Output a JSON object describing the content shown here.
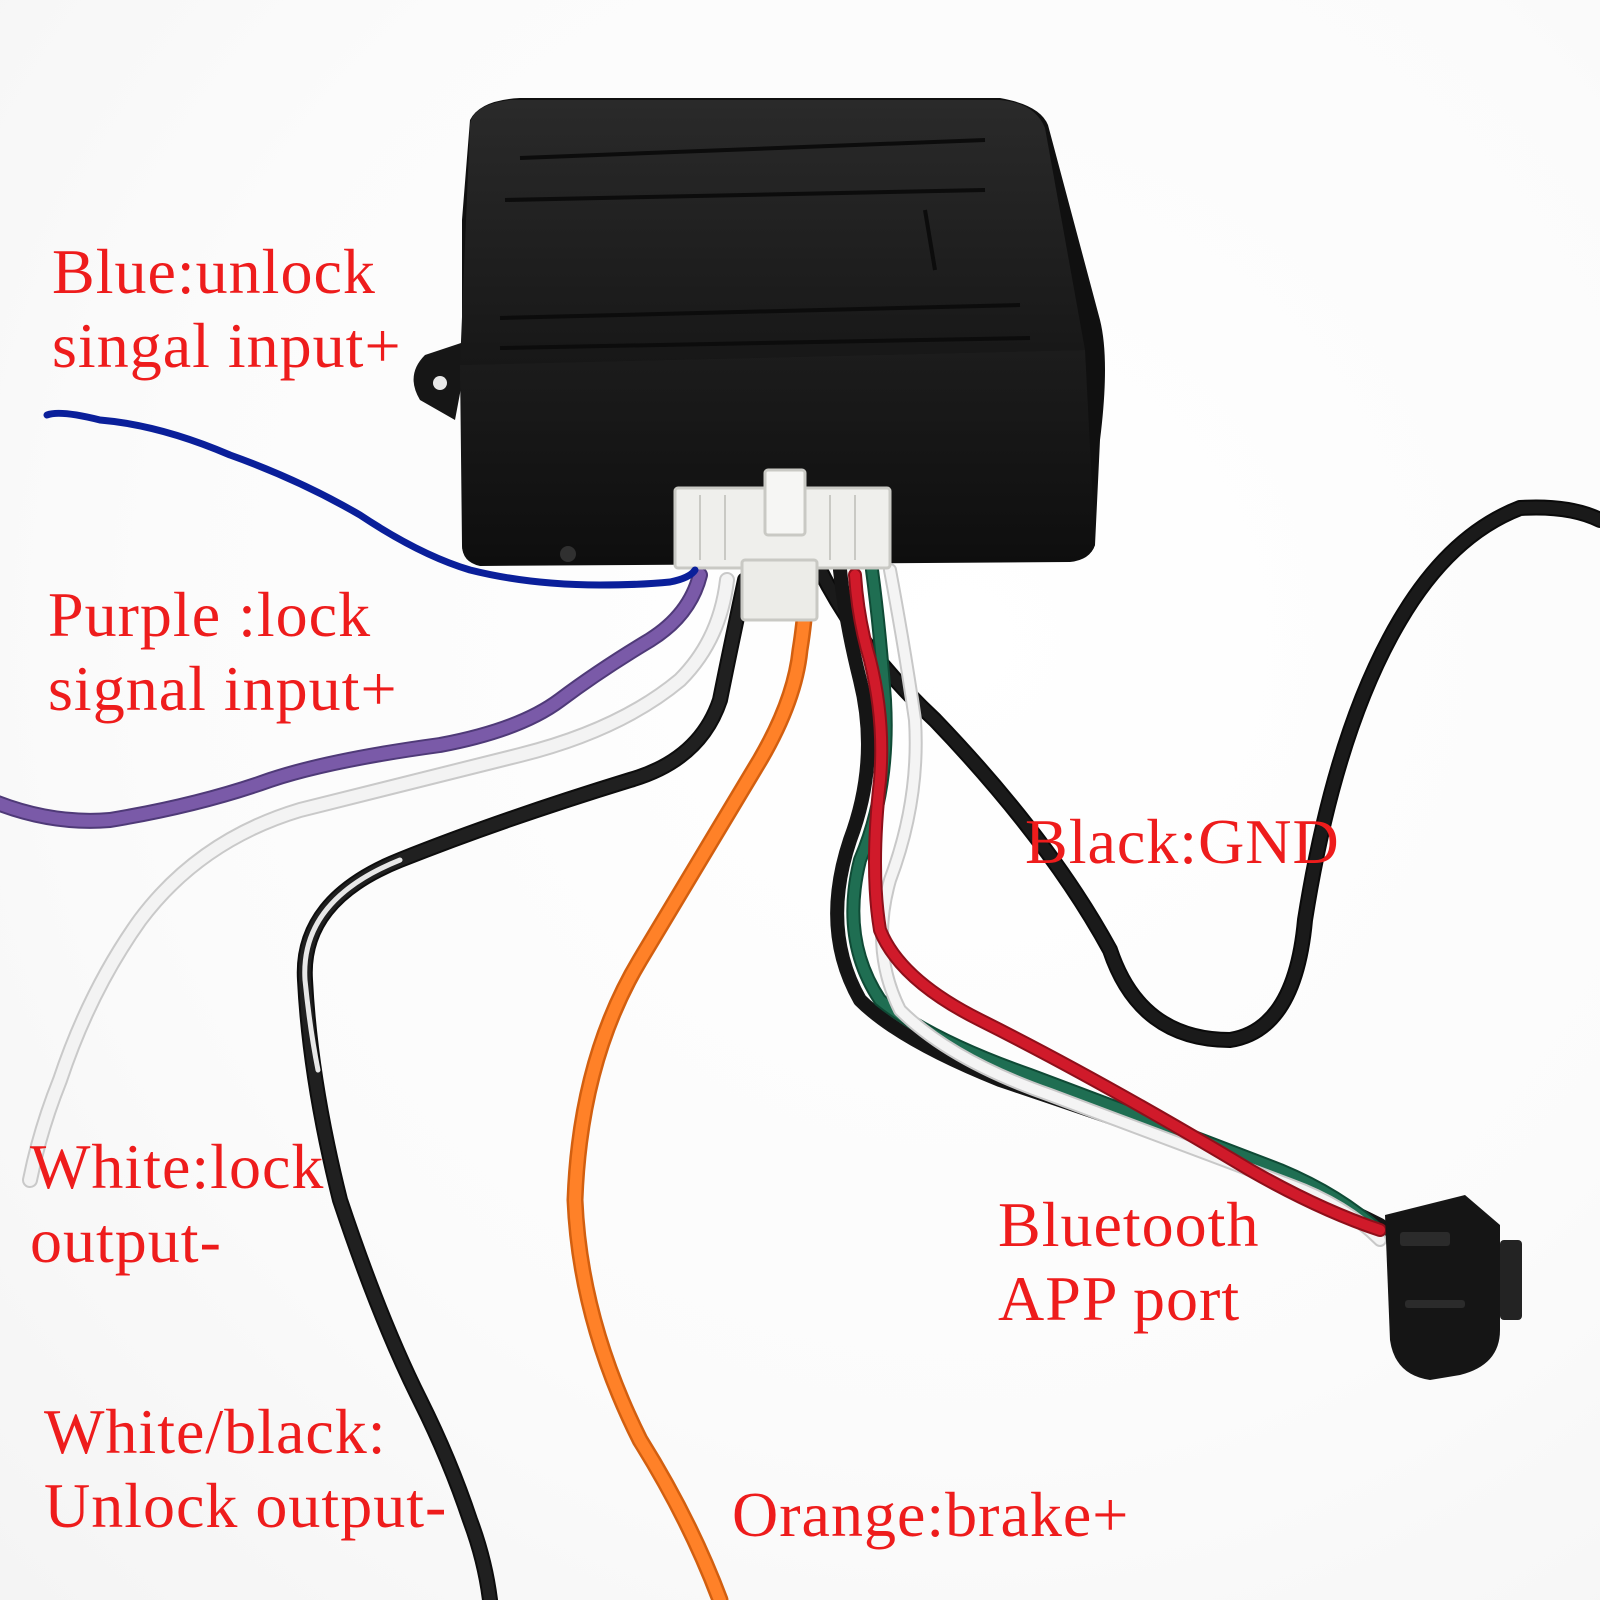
{
  "colors": {
    "label_text": "#ee1c1c",
    "module_body": "#1f1f1f",
    "connector": "#f2f2f0",
    "wire_blue": "#0a1f9a",
    "wire_purple": "#7a5aa8",
    "wire_white": "#f0f0f0",
    "wire_black": "#1a1a1a",
    "wire_orange": "#ff7f22",
    "wire_red": "#d01a2a",
    "wire_green": "#1f6e52"
  },
  "labels": {
    "blue_line1": "Blue:unlock",
    "blue_line2": "singal input+",
    "purple_line1": "Purple :lock",
    "purple_line2": "signal input+",
    "black_gnd": "Black:GND",
    "white_line1": "White:lock",
    "white_line2": "output-",
    "bt_line1": "Bluetooth",
    "bt_line2": "APP port",
    "wb_line1": "White/black:",
    "wb_line2": "Unlock output-",
    "orange": "Orange:brake+"
  }
}
